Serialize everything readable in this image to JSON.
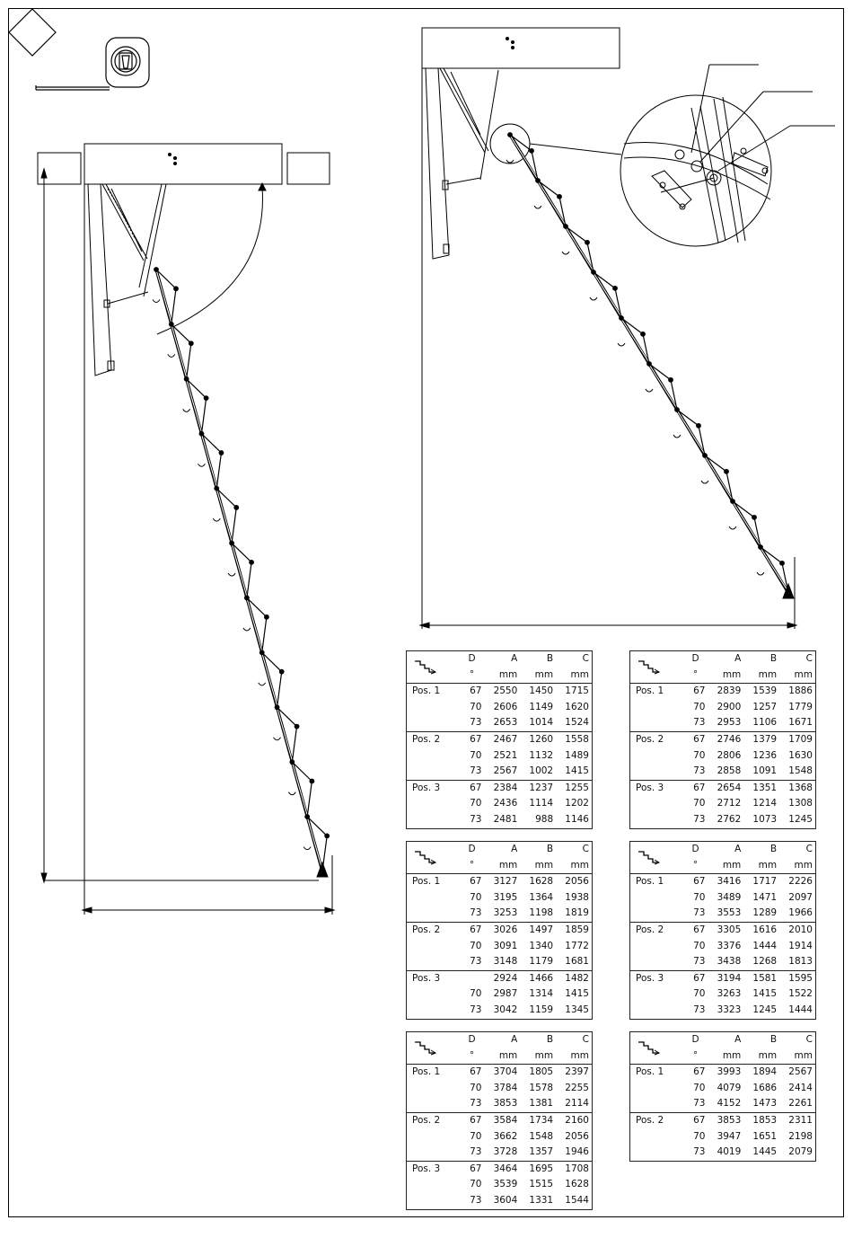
{
  "header_cols": {
    "d": "D",
    "a": "A",
    "b": "B",
    "c": "C"
  },
  "units": {
    "d": "°",
    "a": "mm",
    "b": "mm",
    "c": "mm"
  },
  "icons": {
    "stair": "stair-icon",
    "tape": "tape-measure-icon",
    "diamond": "diamond-icon",
    "knob": "knob-dots-icon"
  },
  "tables": [
    {
      "groups": [
        {
          "label": "Pos. 1",
          "rows": [
            [
              "67",
              "2550",
              "1450",
              "1715"
            ],
            [
              "70",
              "2606",
              "1149",
              "1620"
            ],
            [
              "73",
              "2653",
              "1014",
              "1524"
            ]
          ]
        },
        {
          "label": "Pos. 2",
          "rows": [
            [
              "67",
              "2467",
              "1260",
              "1558"
            ],
            [
              "70",
              "2521",
              "1132",
              "1489"
            ],
            [
              "73",
              "2567",
              "1002",
              "1415"
            ]
          ]
        },
        {
          "label": "Pos. 3",
          "rows": [
            [
              "67",
              "2384",
              "1237",
              "1255"
            ],
            [
              "70",
              "2436",
              "1114",
              "1202"
            ],
            [
              "73",
              "2481",
              "988",
              "1146"
            ]
          ]
        }
      ]
    },
    {
      "groups": [
        {
          "label": "Pos. 1",
          "rows": [
            [
              "67",
              "2839",
              "1539",
              "1886"
            ],
            [
              "70",
              "2900",
              "1257",
              "1779"
            ],
            [
              "73",
              "2953",
              "1106",
              "1671"
            ]
          ]
        },
        {
          "label": "Pos. 2",
          "rows": [
            [
              "67",
              "2746",
              "1379",
              "1709"
            ],
            [
              "70",
              "2806",
              "1236",
              "1630"
            ],
            [
              "73",
              "2858",
              "1091",
              "1548"
            ]
          ]
        },
        {
          "label": "Pos. 3",
          "rows": [
            [
              "67",
              "2654",
              "1351",
              "1368"
            ],
            [
              "70",
              "2712",
              "1214",
              "1308"
            ],
            [
              "73",
              "2762",
              "1073",
              "1245"
            ]
          ]
        }
      ]
    },
    {
      "groups": [
        {
          "label": "Pos. 1",
          "rows": [
            [
              "67",
              "3127",
              "1628",
              "2056"
            ],
            [
              "70",
              "3195",
              "1364",
              "1938"
            ],
            [
              "73",
              "3253",
              "1198",
              "1819"
            ]
          ]
        },
        {
          "label": "Pos. 2",
          "rows": [
            [
              "67",
              "3026",
              "1497",
              "1859"
            ],
            [
              "70",
              "3091",
              "1340",
              "1772"
            ],
            [
              "73",
              "3148",
              "1179",
              "1681"
            ]
          ]
        },
        {
          "label": "Pos. 3",
          "rows": [
            [
              "",
              "2924",
              "1466",
              "1482"
            ],
            [
              "70",
              "2987",
              "1314",
              "1415"
            ],
            [
              "73",
              "3042",
              "1159",
              "1345"
            ]
          ]
        }
      ]
    },
    {
      "groups": [
        {
          "label": "Pos. 1",
          "rows": [
            [
              "67",
              "3416",
              "1717",
              "2226"
            ],
            [
              "70",
              "3489",
              "1471",
              "2097"
            ],
            [
              "73",
              "3553",
              "1289",
              "1966"
            ]
          ]
        },
        {
          "label": "Pos. 2",
          "rows": [
            [
              "67",
              "3305",
              "1616",
              "2010"
            ],
            [
              "70",
              "3376",
              "1444",
              "1914"
            ],
            [
              "73",
              "3438",
              "1268",
              "1813"
            ]
          ]
        },
        {
          "label": "Pos. 3",
          "rows": [
            [
              "67",
              "3194",
              "1581",
              "1595"
            ],
            [
              "70",
              "3263",
              "1415",
              "1522"
            ],
            [
              "73",
              "3323",
              "1245",
              "1444"
            ]
          ]
        }
      ]
    },
    {
      "groups": [
        {
          "label": "Pos. 1",
          "rows": [
            [
              "67",
              "3704",
              "1805",
              "2397"
            ],
            [
              "70",
              "3784",
              "1578",
              "2255"
            ],
            [
              "73",
              "3853",
              "1381",
              "2114"
            ]
          ]
        },
        {
          "label": "Pos. 2",
          "rows": [
            [
              "67",
              "3584",
              "1734",
              "2160"
            ],
            [
              "70",
              "3662",
              "1548",
              "2056"
            ],
            [
              "73",
              "3728",
              "1357",
              "1946"
            ]
          ]
        },
        {
          "label": "Pos. 3",
          "rows": [
            [
              "67",
              "3464",
              "1695",
              "1708"
            ],
            [
              "70",
              "3539",
              "1515",
              "1628"
            ],
            [
              "73",
              "3604",
              "1331",
              "1544"
            ]
          ]
        }
      ]
    },
    {
      "groups": [
        {
          "label": "Pos. 1",
          "rows": [
            [
              "67",
              "3993",
              "1894",
              "2567"
            ],
            [
              "70",
              "4079",
              "1686",
              "2414"
            ],
            [
              "73",
              "4152",
              "1473",
              "2261"
            ]
          ]
        },
        {
          "label": "Pos. 2",
          "rows": [
            [
              "67",
              "3853",
              "1853",
              "2311"
            ],
            [
              "70",
              "3947",
              "1651",
              "2198"
            ],
            [
              "73",
              "4019",
              "1445",
              "2079"
            ]
          ]
        }
      ]
    }
  ]
}
